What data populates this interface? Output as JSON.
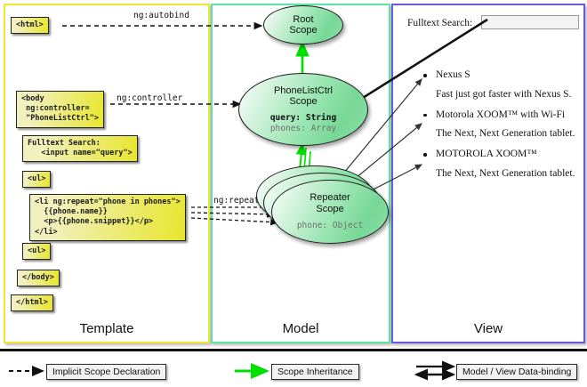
{
  "columns": [
    {
      "key": "template",
      "label": "Template",
      "border": "#f2e532"
    },
    {
      "key": "model",
      "label": "Model",
      "border": "#5ce6a6"
    },
    {
      "key": "view",
      "label": "View",
      "border": "#6a5ae0"
    }
  ],
  "template": {
    "boxes": [
      {
        "name": "html-open-box",
        "text": "<html>"
      },
      {
        "name": "body-box",
        "text": "<body\n ng:controller=\n \"PhoneListCtrl\">"
      },
      {
        "name": "fulltext-search-box",
        "text": "Fulltext Search:\n   <input name=\"query\">"
      },
      {
        "name": "ul-open-box",
        "text": "<ul>"
      },
      {
        "name": "li-repeat-box",
        "text": "<li ng:repeat=\"phone in phones\">\n  {{phone.name}}\n  <p>{{phone.snippet}}</p>\n</li>"
      },
      {
        "name": "ul-close-box",
        "text": "<ul>"
      },
      {
        "name": "body-close-box",
        "text": "</body>"
      },
      {
        "name": "html-close-box",
        "text": "</html>"
      }
    ]
  },
  "model": {
    "scopes": [
      {
        "name": "root-scope",
        "title": "Root\nScope",
        "props": []
      },
      {
        "name": "phonelistctrl-scope",
        "title": "PhoneListCtrl\nScope",
        "props": [
          {
            "text": "query: String",
            "style": "strong"
          },
          {
            "text": "phones: Array",
            "style": "dim"
          }
        ]
      },
      {
        "name": "repeater-scope",
        "title": "Repeater\nScope",
        "props": [
          {
            "text": "phone: Object",
            "style": "dim"
          }
        ]
      }
    ]
  },
  "edges": [
    {
      "name": "ng-autobind-label",
      "label": "ng:autobind"
    },
    {
      "name": "ng-controller-label",
      "label": "ng:controller"
    },
    {
      "name": "ng-repeat-label",
      "label": "ng:repeat"
    }
  ],
  "view": {
    "search_label": "Fulltext Search:",
    "search_value": "",
    "search_placeholder": "",
    "items": [
      {
        "name": "Nexus S",
        "snippet": "Fast just got faster with Nexus S."
      },
      {
        "name": "Motorola XOOM™  with Wi-Fi",
        "snippet": "The Next, Next Generation tablet."
      },
      {
        "name": "MOTOROLA XOOM™",
        "snippet": "The Next, Next Generation tablet."
      }
    ]
  },
  "legend": [
    {
      "name": "legend-implicit-scope-declaration",
      "label": "Implicit Scope Declaration",
      "arrow": "dashed-black"
    },
    {
      "name": "legend-scope-inheritance",
      "label": "Scope Inheritance",
      "arrow": "solid-green"
    },
    {
      "name": "legend-model-view-data-binding",
      "label": "Model / View Data-binding",
      "arrow": "double-black"
    }
  ],
  "colors": {
    "template_border": "#f2e532",
    "model_border": "#5ce6a6",
    "view_border": "#6a5ae0",
    "code_box_fill": "#e8e62e",
    "scope_fill": "#76d796",
    "inheritance_arrow": "#00e000"
  }
}
